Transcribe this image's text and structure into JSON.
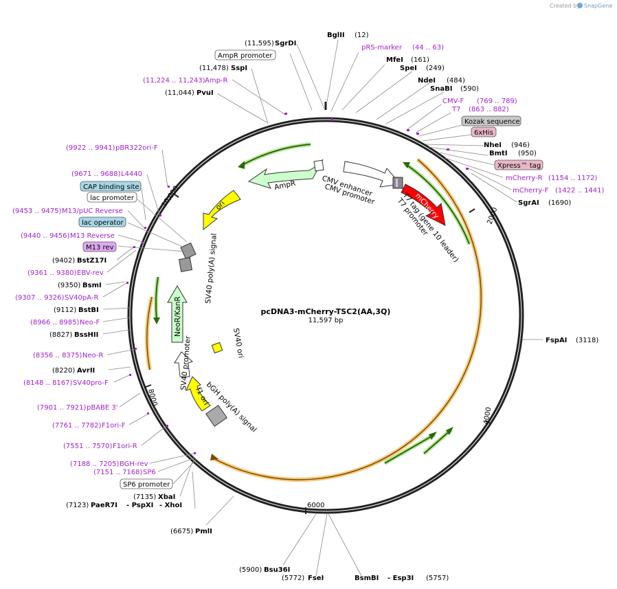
{
  "map": {
    "name": "pcDNA3-mCherry-TSC2(AA,3Q)",
    "size": "11,597 bp",
    "credit_prefix": "Created by",
    "credit_brand": "SnapGene"
  },
  "ticks": [
    "2000",
    "4000",
    "6000",
    "8000",
    "10,000"
  ],
  "enzymes": [
    {
      "name": "BglII",
      "pos": "(12)"
    },
    {
      "name": "MfeI",
      "pos": "(161)"
    },
    {
      "name": "SpeI",
      "pos": "(249)"
    },
    {
      "name": "NdeI",
      "pos": "(484)"
    },
    {
      "name": "SnaBI",
      "pos": "(590)"
    },
    {
      "name": "NheI",
      "pos": "(946)"
    },
    {
      "name": "BmtI",
      "pos": "(950)"
    },
    {
      "name": "SgrAI",
      "pos": "(1690)"
    },
    {
      "name": "FspAI",
      "pos": "(3118)"
    },
    {
      "name": "Bsu36I",
      "pos": "(5900)"
    },
    {
      "name": "FseI",
      "pos": "(5772)"
    },
    {
      "name": "BsmBI",
      "pos": ""
    },
    {
      "name": "- Esp3I",
      "pos": "(5757)"
    },
    {
      "name": "PmlI",
      "pos": "(6675)"
    },
    {
      "name": "XbaI",
      "pos": "(7135)"
    },
    {
      "name": "PaeR7I",
      "pos": "(7123)"
    },
    {
      "name": "- PspXI",
      "pos": ""
    },
    {
      "name": "- XhoI",
      "pos": ""
    },
    {
      "name": "AvrII",
      "pos": "(8220)"
    },
    {
      "name": "BssHII",
      "pos": "(8827)"
    },
    {
      "name": "BstBI",
      "pos": "(9112)"
    },
    {
      "name": "BsmI",
      "pos": "(9350)"
    },
    {
      "name": "BstZ17I",
      "pos": "(9402)"
    },
    {
      "name": "PvuI",
      "pos": "(11,044)"
    },
    {
      "name": "SspI",
      "pos": "(11,478)"
    },
    {
      "name": "SgrDI",
      "pos": "(11,595)"
    }
  ],
  "primers": [
    {
      "name": "pRS-marker",
      "pos": "(44 .. 63)"
    },
    {
      "name": "CMV-F",
      "pos": "(769 .. 789)"
    },
    {
      "name": "T7",
      "pos": "(863 .. 882)"
    },
    {
      "name": "mCherry-R",
      "pos": "(1154 .. 1172)"
    },
    {
      "name": "mCherry-F",
      "pos": "(1422 .. 1441)"
    },
    {
      "name": "Amp-R",
      "pos": "(11,224 .. 11,243)"
    },
    {
      "name": "pBR322ori-F",
      "pos": "(9922 .. 9941)"
    },
    {
      "name": "L4440",
      "pos": "(9671 .. 9688)"
    },
    {
      "name": "M13/pUC Reverse",
      "pos": "(9453 .. 9475)"
    },
    {
      "name": "M13 Reverse",
      "pos": "(9440 .. 9456)"
    },
    {
      "name": "EBV-rev",
      "pos": "(9361 .. 9380)"
    },
    {
      "name": "SV40pA-R",
      "pos": "(9307 .. 9326)"
    },
    {
      "name": "Neo-F",
      "pos": "(8966 .. 8985)"
    },
    {
      "name": "Neo-R",
      "pos": "(8356 .. 8375)"
    },
    {
      "name": "SV40pro-F",
      "pos": "(8148 .. 8167)"
    },
    {
      "name": "pBABE 3'",
      "pos": "(7901 .. 7921)"
    },
    {
      "name": "F1ori-F",
      "pos": "(7761 .. 7782)"
    },
    {
      "name": "F1ori-R",
      "pos": "(7551 .. 7570)"
    },
    {
      "name": "BGH-rev",
      "pos": "(7188 .. 7205)"
    },
    {
      "name": "SP6",
      "pos": "(7151 .. 7168)"
    }
  ],
  "boxed_features": {
    "ampr_promoter": "AmpR promoter",
    "kozak": "Kozak sequence",
    "his": "6xHis",
    "xpress": "Xpress™ tag",
    "cap": "CAP binding site",
    "lac_promoter": "lac promoter",
    "lac_operator": "lac operator",
    "m13_rev": "M13 rev",
    "sp6_promoter": "SP6 promoter"
  },
  "features": {
    "ampr": "AmpR",
    "ori": "ori",
    "cmv_enhancer": "CMV enhancer",
    "cmv_promoter": "CMV promoter",
    "mcherry": "mCherry",
    "t7_tag": "T7 tag (gene 10 leader)",
    "t7_promoter": "T7 promoter",
    "sv40_polya": "SV40 poly(A) signal",
    "neor": "NeoR/KanR",
    "sv40_promoter": "SV40 promoter",
    "sv40_ori": "SV40 ori",
    "f1_ori": "f1 ori",
    "bgh_polya": "bGH poly(A) signal"
  },
  "colors": {
    "backbone": "#222222",
    "primer": "#a020d0",
    "orf_orange": "#f5b042",
    "green_arrow": "#3a8a10",
    "mcherry": "#ff0000",
    "ori": "#ffff00",
    "ampr": "#ccffcc",
    "kozak_box": "#c8c8c8",
    "his_box": "#e8b8c8",
    "cap_box": "#a8d8e8",
    "m13_box": "#e0a8f0"
  }
}
